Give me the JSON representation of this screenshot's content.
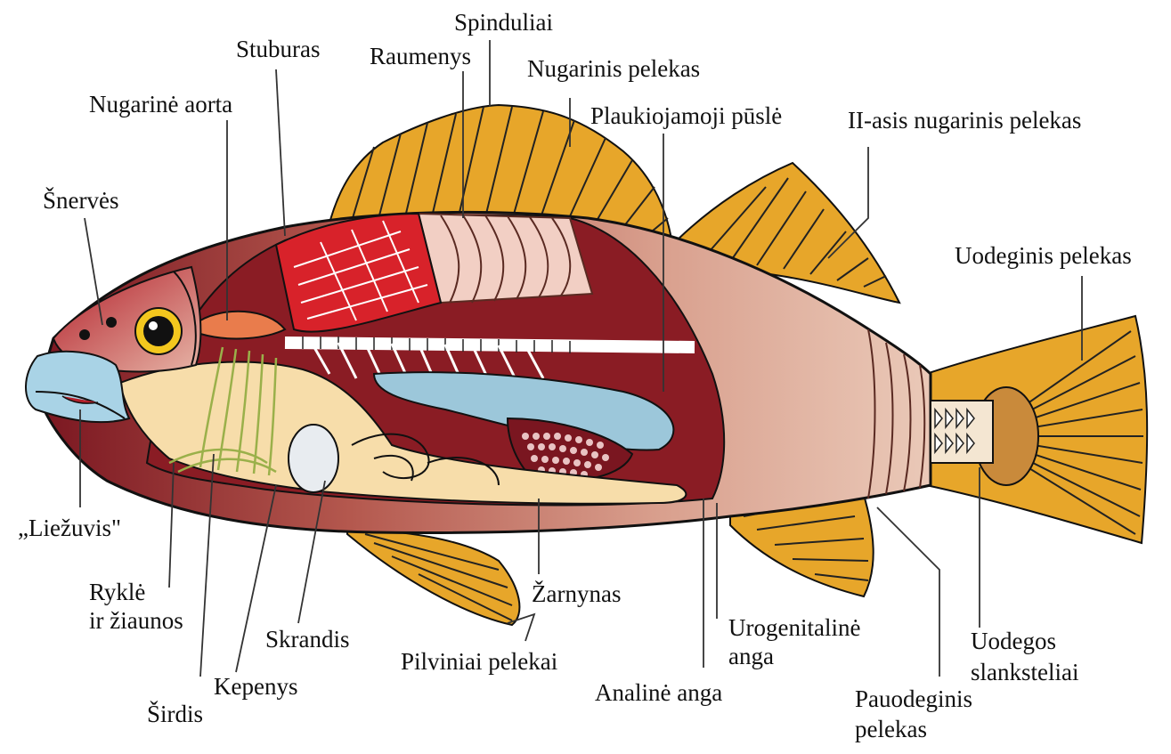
{
  "diagram": {
    "labels": {
      "spinduliai": "Spinduliai",
      "stuburas": "Stuburas",
      "raumenys": "Raumenys",
      "nugarinis_pelekas": "Nugarinis pelekas",
      "nugarine_aorta": "Nugarinė aorta",
      "plaukiojamoji_puisle": "Plaukiojamoji pūslė",
      "ii_nugarinis_pelekas": "II-asis nugarinis pelekas",
      "snerves": "Šnervės",
      "uodeginis_pelekas": "Uodeginis pelekas",
      "liezuvis": "„Liežuvis\"",
      "rykle_1": "Ryklė",
      "rykle_2": "ir žiaunos",
      "zarnynas": "Žarnynas",
      "urogenitaline_1": "Urogenitalinė",
      "urogenitaline_2": "anga",
      "uodegos_1": "Uodegos",
      "uodegos_2": "slanksteliai",
      "skrandis": "Skrandis",
      "pilviniai": "Pilviniai pelekai",
      "kepenys": "Kepenys",
      "sirdis": "Širdis",
      "analine": "Analinė anga",
      "pauodeginis_1": "Pauodeginis",
      "pauodeginis_2": "pelekas"
    },
    "colors": {
      "fin": "#E7A62A",
      "fin_dark": "#B9771A",
      "muscle_red": "#D8222A",
      "body_dark": "#7A1620",
      "body_brown": "#C98272",
      "body_light": "#E9BBA8",
      "organ_cream": "#F7DDAA",
      "bladder_blue": "#9CC7DA",
      "head_red": "#A8202A",
      "mouth_blue": "#A9D3E6"
    }
  }
}
